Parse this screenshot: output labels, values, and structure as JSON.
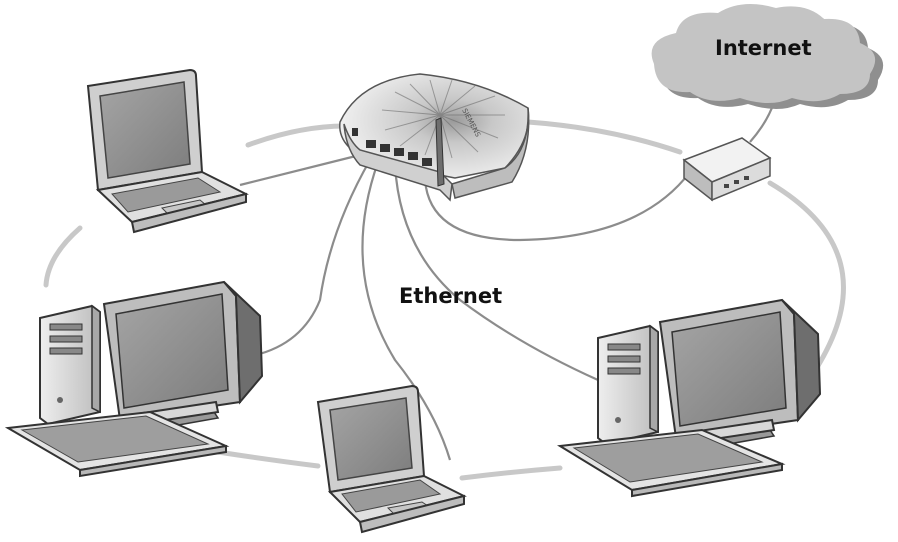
{
  "labels": {
    "internet": "Internet",
    "ethernet": "Ethernet"
  },
  "devices": {
    "router_brand": "SIEMENS"
  },
  "colors": {
    "wireless_link": "#c8c8c8",
    "ethernet_cable": "#8c8c8c",
    "device_body": "#d9d9d9",
    "screen": "#8e8e8e",
    "cloud": "#c4c4c4"
  }
}
